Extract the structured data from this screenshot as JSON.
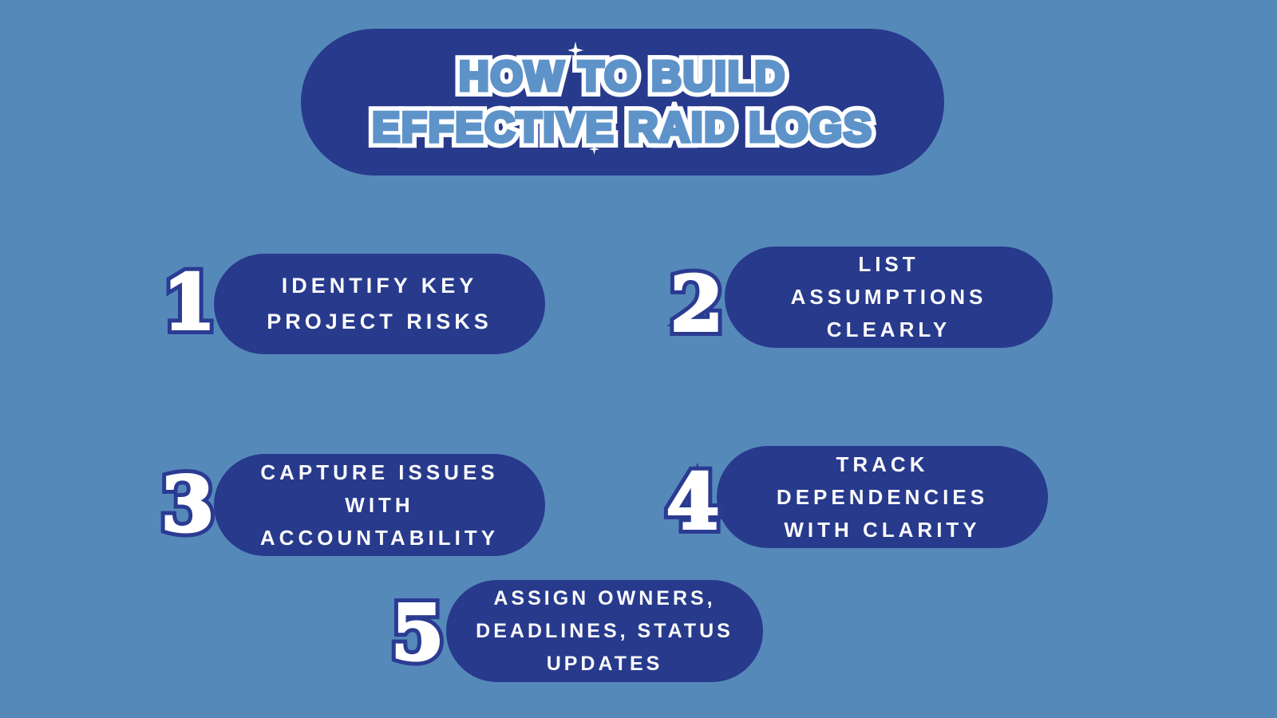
{
  "palette": {
    "background": "#5589BA",
    "pill": "#283A8C",
    "title_letter_blue": "#5E93C9",
    "text_white": "#FAFBFC",
    "number_outline": "#2B3B92"
  },
  "title": {
    "line1": "HOW TO BUILD",
    "line2": "EFFECTIVE RAID LOGS"
  },
  "steps": [
    {
      "number": "1",
      "lines": [
        "IDENTIFY KEY",
        "PROJECT RISKS"
      ]
    },
    {
      "number": "2",
      "lines": [
        "LIST",
        "ASSUMPTIONS",
        "CLEARLY"
      ]
    },
    {
      "number": "3",
      "lines": [
        "CAPTURE ISSUES",
        "WITH",
        "ACCOUNTABILITY"
      ]
    },
    {
      "number": "4",
      "lines": [
        "TRACK",
        "DEPENDENCIES",
        "WITH CLARITY"
      ]
    },
    {
      "number": "5",
      "lines": [
        "ASSIGN OWNERS,",
        "DEADLINES, STATUS",
        "UPDATES"
      ]
    }
  ]
}
